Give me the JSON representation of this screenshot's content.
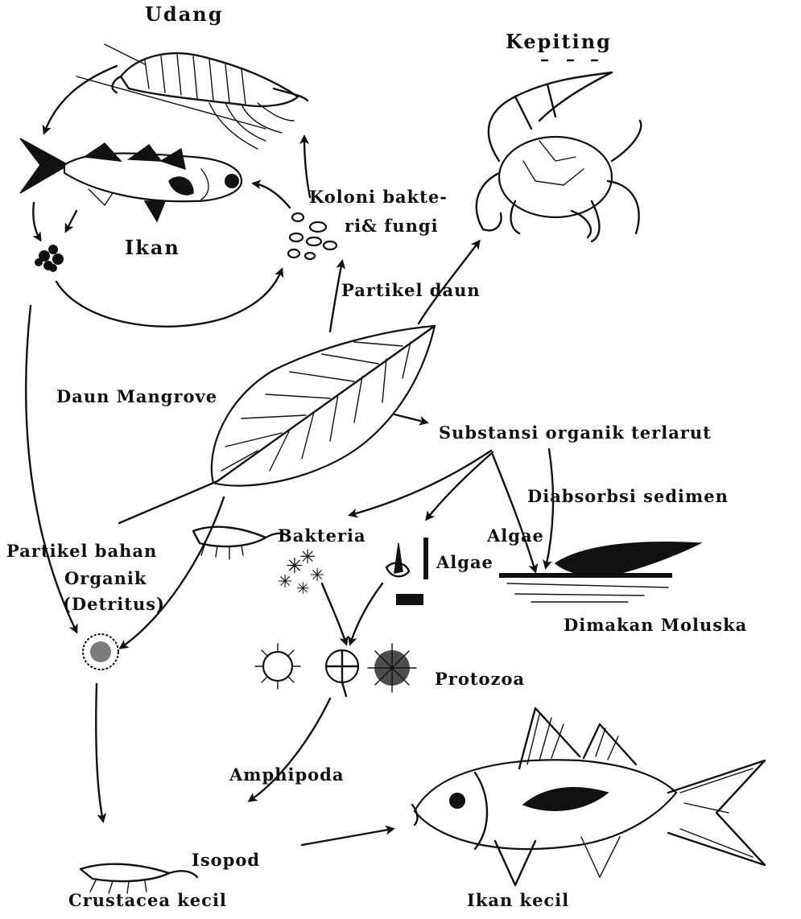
{
  "labels": {
    "udang": "Udang",
    "kepiting": "Kepiting",
    "ikan": "Ikan",
    "koloni_1": "Koloni bakte-",
    "koloni_2": "ri& fungi",
    "partikel_daun": "Partikel daun",
    "daun_mangrove": "Daun Mangrove",
    "substansi": "Substansi organik terlarut",
    "diabsorbsi": "Diabsorbsi sedimen",
    "partikel_bahan_1": "Partikel bahan",
    "partikel_bahan_2": "Organik",
    "partikel_bahan_3": "(Detritus)",
    "bakteria": "Bakteria",
    "algae_1": "Algae",
    "algae_2": "Algae",
    "dimakan": "Dimakan Moluska",
    "protozoa": "Protozoa",
    "amphipoda": "Amphipoda",
    "isopod": "Isopod",
    "crustacea": "Crustacea kecil",
    "ikan_kecil": "Ikan kecil"
  }
}
